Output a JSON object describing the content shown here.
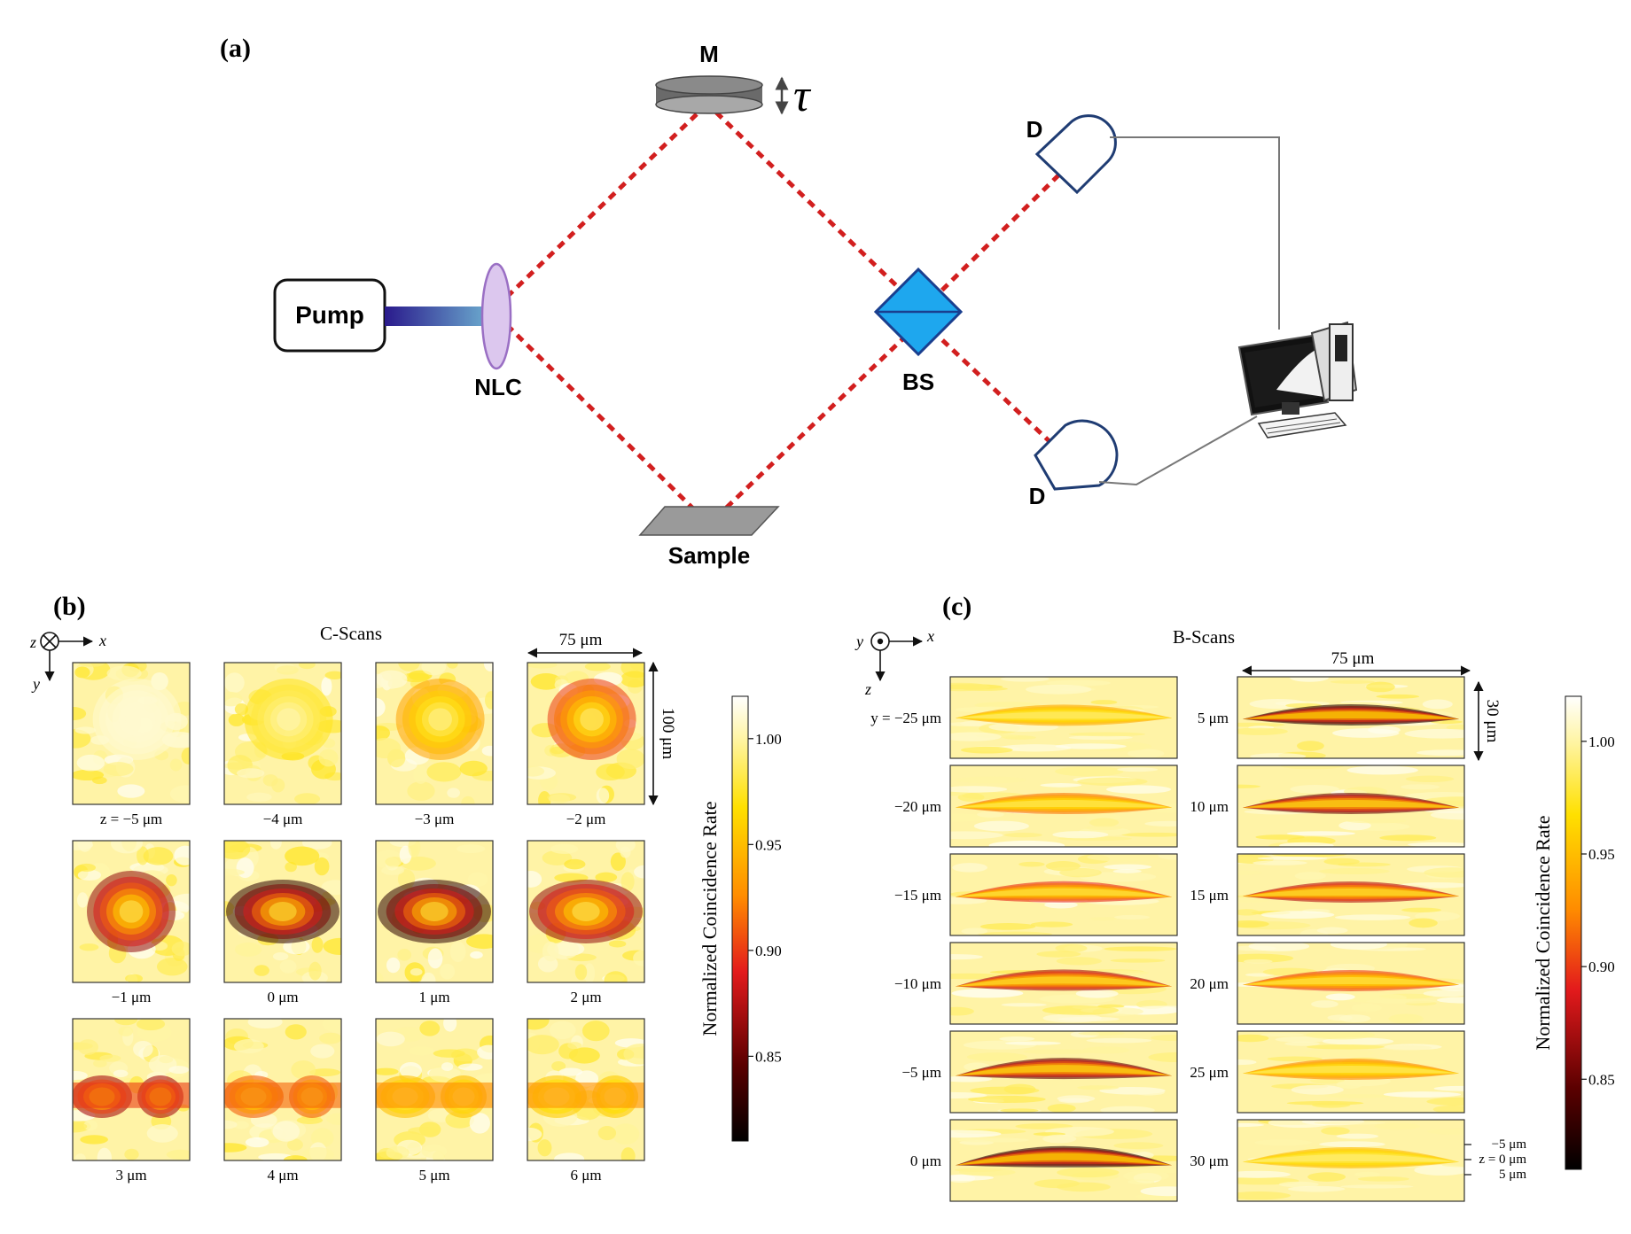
{
  "colors": {
    "beam": "#d21f1f",
    "pump_box_stroke": "#111111",
    "pump_grad_start": "#2a1a8c",
    "pump_grad_end": "#6fb3d2",
    "nlc_fill": "#dcc7ee",
    "nlc_stroke": "#9a6fc4",
    "bs_fill": "#1ea7ee",
    "bs_stroke": "#1a3f8f",
    "detector_stroke": "#1f3c73",
    "wire": "#777777",
    "mirror_top": "#a8a8a8",
    "mirror_side": "#6a6a6a",
    "sample_top": "#9a9a9a"
  },
  "panel_a": {
    "label": "(a)",
    "pump_label": "Pump",
    "nlc_label": "NLC",
    "mirror_label": "M",
    "delay_symbol": "τ",
    "bs_label": "BS",
    "detector_top_label": "D",
    "detector_bottom_label": "D",
    "sample_label": "Sample",
    "computer_icon": "computer-icon"
  },
  "panel_b": {
    "label": "(b)",
    "title": "C-Scans",
    "axes": {
      "into_label": "z",
      "x_label": "x",
      "y_label": "y"
    },
    "width_label": "75 μm",
    "height_label": "100 μm",
    "colorbar": {
      "label": "Normalized Coincidence Rate",
      "ticks": [
        "1.00",
        "0.95",
        "0.90",
        "0.85"
      ],
      "tick_values": [
        1.0,
        0.95,
        0.9,
        0.85
      ],
      "range": [
        0.81,
        1.02
      ]
    },
    "tiles": [
      {
        "label": "z = −5 μm",
        "z": -5
      },
      {
        "label": "−4 μm",
        "z": -4
      },
      {
        "label": "−3 μm",
        "z": -3
      },
      {
        "label": "−2 μm",
        "z": -2
      },
      {
        "label": "−1 μm",
        "z": -1
      },
      {
        "label": "0 μm",
        "z": 0
      },
      {
        "label": "1 μm",
        "z": 1
      },
      {
        "label": "2 μm",
        "z": 2
      },
      {
        "label": "3 μm",
        "z": 3
      },
      {
        "label": "4 μm",
        "z": 4
      },
      {
        "label": "5 μm",
        "z": 5
      },
      {
        "label": "6 μm",
        "z": 6
      }
    ]
  },
  "panel_c": {
    "label": "(c)",
    "title": "B-Scans",
    "axes": {
      "out_label": "y",
      "x_label": "x",
      "z_label": "z"
    },
    "width_label": "75 μm",
    "height_label": "30 μm",
    "z_marks": [
      "−5 μm",
      "z = 0 μm",
      "5 μm"
    ],
    "colorbar": {
      "label": "Normalized Coincidence Rate",
      "ticks": [
        "1.00",
        "0.95",
        "0.90",
        "0.85"
      ],
      "tick_values": [
        1.0,
        0.95,
        0.9,
        0.85
      ],
      "range": [
        0.81,
        1.02
      ]
    },
    "left_tiles": [
      {
        "label": "y = −25 μm",
        "y": -25
      },
      {
        "label": "−20 μm",
        "y": -20
      },
      {
        "label": "−15 μm",
        "y": -15
      },
      {
        "label": "−10 μm",
        "y": -10
      },
      {
        "label": "−5 μm",
        "y": -5
      },
      {
        "label": "0 μm",
        "y": 0
      }
    ],
    "right_tiles": [
      {
        "label": "5 μm",
        "y": 5
      },
      {
        "label": "10 μm",
        "y": 10
      },
      {
        "label": "15 μm",
        "y": 15
      },
      {
        "label": "20 μm",
        "y": 20
      },
      {
        "label": "25 μm",
        "y": 25
      },
      {
        "label": "30 μm",
        "y": 30
      }
    ]
  }
}
